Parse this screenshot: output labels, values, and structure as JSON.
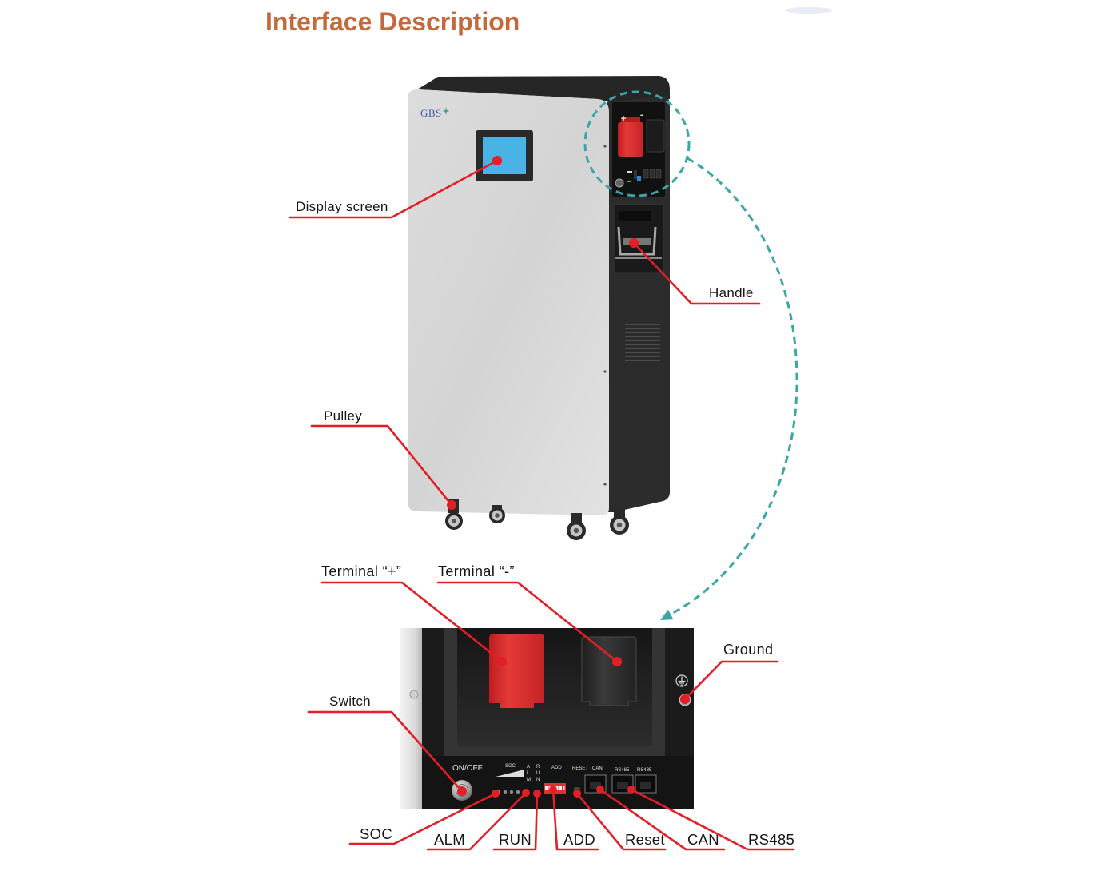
{
  "title": "Interface Description",
  "logo": "GBS",
  "colors": {
    "title": "#c4693a",
    "callout_line": "#e21f26",
    "dashed_connector": "#3ba5a8",
    "display_screen": "#4ab3e6",
    "terminal_positive": "#d8282b"
  },
  "callouts": {
    "display_screen": "Display screen",
    "handle": "Handle",
    "pulley": "Pulley",
    "terminal_positive": "Terminal “+”",
    "terminal_negative": "Terminal “-”",
    "ground": "Ground",
    "switch": "Switch",
    "soc": "SOC",
    "alm": "ALM",
    "run": "RUN",
    "add": "ADD",
    "reset": "Reset",
    "can": "CAN",
    "rs485": "RS485"
  },
  "unit_markings": {
    "positive": "+",
    "negative": "-"
  },
  "panel_labels": {
    "on_off": "ON/OFF",
    "soc": "SOC",
    "alm": [
      "A",
      "L",
      "M"
    ],
    "run": [
      "R",
      "U",
      "N"
    ],
    "add": "ADD",
    "reset": "RESET",
    "can": "CAN",
    "rs485_a": "RS485",
    "rs485_b": "RS485"
  },
  "icons": {
    "ground": "ground-symbol-icon",
    "switch": "power-knob-icon",
    "connector": "dashed-arrow-icon"
  }
}
